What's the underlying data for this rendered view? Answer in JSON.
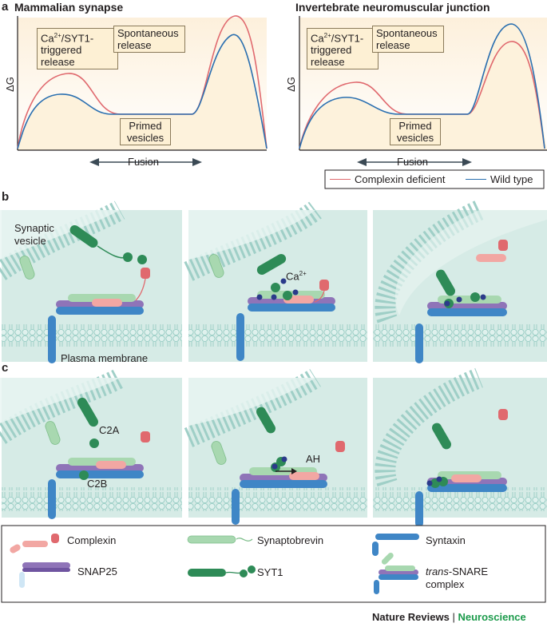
{
  "panel_a": {
    "label": "a",
    "left_title": "Mammalian synapse",
    "right_title": "Invertebrate neuromuscular junction",
    "y_axis": "ΔG",
    "callout_ca_line1": "Ca",
    "callout_ca_sup": "2+",
    "callout_ca_line1_rest": "/SYT1-",
    "callout_ca_line2": "triggered",
    "callout_ca_line3": "release",
    "callout_spont_line1": "Spontaneous",
    "callout_spont_line2": "release",
    "callout_primed_line1": "Primed",
    "callout_primed_line2": "vesicles",
    "fusion": "Fusion",
    "legend": [
      {
        "label": "Complexin deficient",
        "color": "#e0696e"
      },
      {
        "label": "Wild type",
        "color": "#2a6fb0"
      }
    ]
  },
  "panel_b": {
    "label": "b",
    "synaptic_vesicle_line1": "Synaptic",
    "synaptic_vesicle_line2": "vesicle",
    "plasma_membrane": "Plasma membrane",
    "ca_label": "Ca",
    "ca_sup": "2+"
  },
  "panel_c": {
    "label": "c",
    "c2a": "C2A",
    "c2b": "C2B",
    "ah": "AH"
  },
  "key": {
    "complexin": "Complexin",
    "synaptobrevin": "Synaptobrevin",
    "syntaxin": "Syntaxin",
    "snap25": "SNAP25",
    "syt1": "SYT1",
    "trans_snare_italic": "trans",
    "trans_snare_rest": "-SNARE",
    "trans_snare_line2": "complex"
  },
  "footer": {
    "journal": "Nature Reviews",
    "separator": "|",
    "subject": "Neuroscience"
  },
  "colors": {
    "background_panel": "#d6ebe6",
    "membrane": "#9fcfc7",
    "complexin": "#f2a7a3",
    "synaptobrevin": "#a8d8b0",
    "syntaxin": "#3f86c6",
    "snap25": "#8f74b8",
    "syt1": "#2e8b57",
    "ca": "#2b3a8a",
    "accent_green": "#1b9a4a"
  }
}
